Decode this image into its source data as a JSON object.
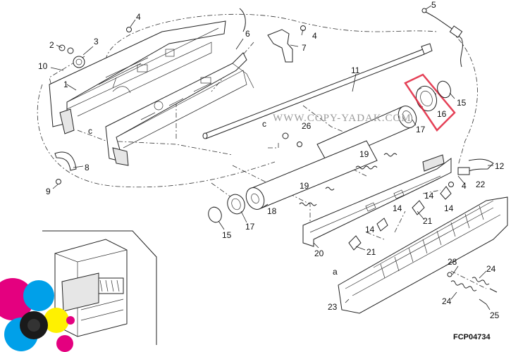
{
  "watermark": "WWW.COPY-YADAK.COM",
  "figure_code": "FCP04734",
  "callouts": [
    {
      "id": "c1",
      "text": "1"
    },
    {
      "id": "c2",
      "text": "2"
    },
    {
      "id": "c3",
      "text": "3"
    },
    {
      "id": "c4a",
      "text": "4"
    },
    {
      "id": "c4b",
      "text": "4"
    },
    {
      "id": "c4c",
      "text": "4"
    },
    {
      "id": "c5",
      "text": "5"
    },
    {
      "id": "c6",
      "text": "6"
    },
    {
      "id": "c7",
      "text": "7"
    },
    {
      "id": "c8",
      "text": "8"
    },
    {
      "id": "c9",
      "text": "9"
    },
    {
      "id": "c10",
      "text": "10"
    },
    {
      "id": "c11",
      "text": "11"
    },
    {
      "id": "c12",
      "text": "12"
    },
    {
      "id": "c14a",
      "text": "14"
    },
    {
      "id": "c14b",
      "text": "14"
    },
    {
      "id": "c14c",
      "text": "14"
    },
    {
      "id": "c14d",
      "text": "14"
    },
    {
      "id": "c15a",
      "text": "15"
    },
    {
      "id": "c15b",
      "text": "15"
    },
    {
      "id": "c16",
      "text": "16"
    },
    {
      "id": "c17a",
      "text": "17"
    },
    {
      "id": "c17b",
      "text": "17"
    },
    {
      "id": "c18",
      "text": "18"
    },
    {
      "id": "c19a",
      "text": "19"
    },
    {
      "id": "c19b",
      "text": "19"
    },
    {
      "id": "c20",
      "text": "20"
    },
    {
      "id": "c21a",
      "text": "21"
    },
    {
      "id": "c21b",
      "text": "21"
    },
    {
      "id": "c22",
      "text": "22"
    },
    {
      "id": "c23",
      "text": "23"
    },
    {
      "id": "c24a",
      "text": "24"
    },
    {
      "id": "c24b",
      "text": "24"
    },
    {
      "id": "c25",
      "text": "25"
    },
    {
      "id": "c26",
      "text": "26"
    },
    {
      "id": "c28",
      "text": "28"
    }
  ],
  "connector_marks": [
    {
      "id": "m1",
      "text": "c"
    },
    {
      "id": "m2",
      "text": "c"
    },
    {
      "id": "m3",
      "text": "a"
    }
  ],
  "colors": {
    "highlight": "#e0203a",
    "logo_magenta": "#e4007f",
    "logo_cyan": "#00a0e9",
    "logo_yellow": "#fff100",
    "logo_black": "#1a1a1a"
  }
}
